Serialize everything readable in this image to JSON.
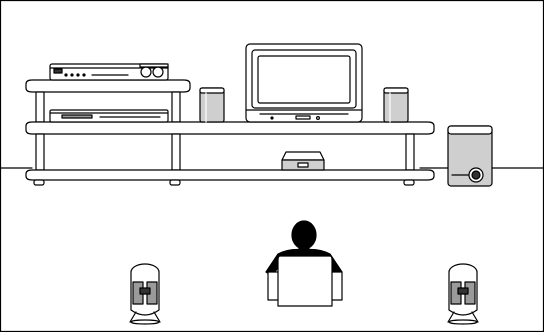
{
  "scene": {
    "type": "home-theater-speaker-placement",
    "elements": [
      "wall",
      "floor-line",
      "tv-rack",
      "av-receiver",
      "disc-player",
      "television",
      "front-left-speaker",
      "front-right-speaker",
      "center-speaker",
      "subwoofer",
      "listener",
      "chair",
      "surround-left-speaker",
      "surround-right-speaker"
    ]
  },
  "colors": {
    "line": "#000000",
    "fill": "#ffffff",
    "shade_light": "#cfcfcf",
    "shade_mid": "#9a9a9a",
    "shade_dark": "#333333"
  }
}
